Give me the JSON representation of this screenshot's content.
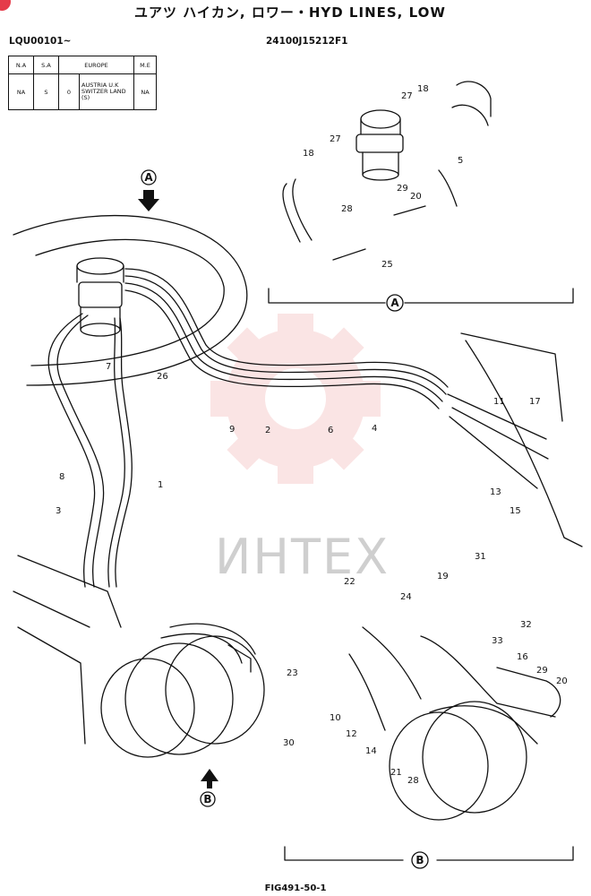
{
  "header": {
    "title": "ユアツ ハイカン, ロワー・HYD LINES, LOW",
    "serial": "LQU00101~",
    "drawing_no": "24100J15212F1"
  },
  "spec_table": {
    "headers": [
      "N.A",
      "S.A",
      "EUROPE",
      "M.E"
    ],
    "row": [
      "NA",
      "S",
      "0",
      "AUSTRIA U.K SWITZER LAND",
      "(S)",
      "NA"
    ]
  },
  "watermark": "ИНТЕХ",
  "views": {
    "a": "A",
    "b": "B"
  },
  "callouts": {
    "main": [
      "7",
      "26",
      "9",
      "2",
      "6",
      "4",
      "11",
      "17",
      "8",
      "1",
      "3",
      "13",
      "15"
    ],
    "view_a": [
      "18",
      "27",
      "27",
      "18",
      "5",
      "29",
      "20",
      "28",
      "25"
    ],
    "view_b": [
      "31",
      "22",
      "19",
      "24",
      "32",
      "33",
      "16",
      "29",
      "20",
      "23",
      "10",
      "12",
      "14",
      "30",
      "21",
      "28"
    ]
  },
  "caption": "FIG491-50-1",
  "colors": {
    "ink": "#111111",
    "watermark": "#f2b5b5",
    "corner_badge": "#e53b4a"
  }
}
